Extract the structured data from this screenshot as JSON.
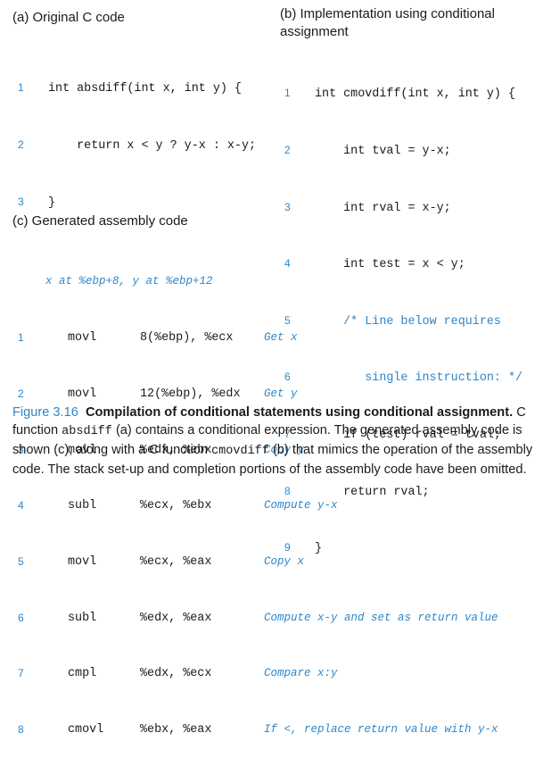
{
  "panel_a": {
    "title": "(a) Original C code",
    "lines": [
      {
        "num": "1",
        "code": "int absdiff(int x, int y) {"
      },
      {
        "num": "2",
        "code": "    return x < y ? y-x : x-y;"
      },
      {
        "num": "3",
        "code": "}"
      }
    ]
  },
  "panel_b": {
    "title_line1": "(b) Implementation using conditional",
    "title_line2": "assignment",
    "lines": [
      {
        "num": "1",
        "code": "int cmovdiff(int x, int y) {"
      },
      {
        "num": "2",
        "code": "    int tval = y-x;"
      },
      {
        "num": "3",
        "code": "    int rval = x-y;"
      },
      {
        "num": "4",
        "code": "    int test = x < y;"
      },
      {
        "num": "5",
        "comment": "    /* Line below requires"
      },
      {
        "num": "6",
        "comment": "       single instruction: */"
      },
      {
        "num": "7",
        "code": "    if (test) rval = tval;"
      },
      {
        "num": "8",
        "code": "    return rval;"
      },
      {
        "num": "9",
        "code": "}"
      }
    ]
  },
  "panel_c": {
    "title": "(c) Generated assembly code",
    "header_comment": "x at %ebp+8, y at %ebp+12",
    "lines": [
      {
        "num": "1",
        "op": "movl",
        "args": "8(%ebp), %ecx",
        "note": "Get x"
      },
      {
        "num": "2",
        "op": "movl",
        "args": "12(%ebp), %edx",
        "note": "Get y"
      },
      {
        "num": "3",
        "op": "movl",
        "args": "%edx, %ebx",
        "note": "Copy y"
      },
      {
        "num": "4",
        "op": "subl",
        "args": "%ecx, %ebx",
        "note": "Compute y-x"
      },
      {
        "num": "5",
        "op": "movl",
        "args": "%ecx, %eax",
        "note": "Copy x"
      },
      {
        "num": "6",
        "op": "subl",
        "args": "%edx, %eax",
        "note": "Compute x-y and set as return value"
      },
      {
        "num": "7",
        "op": "cmpl",
        "args": "%edx, %ecx",
        "note": "Compare x:y"
      },
      {
        "num": "8",
        "op": "cmovl",
        "args": "%ebx, %eax",
        "note": "If <, replace return value with y-x"
      }
    ]
  },
  "caption": {
    "label": "Figure 3.16",
    "title": "Compilation of conditional statements using conditional assignment.",
    "part1": " C function ",
    "code1": "absdiff",
    "part2": " (a) contains a conditional expression. The generated assembly code is shown (c), along with a C function ",
    "code2": "cmovdiff",
    "part3": " (b) that mimics the operation of the assembly code. The stack set-up and completion portions of the assembly code have been omitted."
  },
  "colors": {
    "accent": "#2d87c8",
    "text": "#1a1a1a"
  }
}
